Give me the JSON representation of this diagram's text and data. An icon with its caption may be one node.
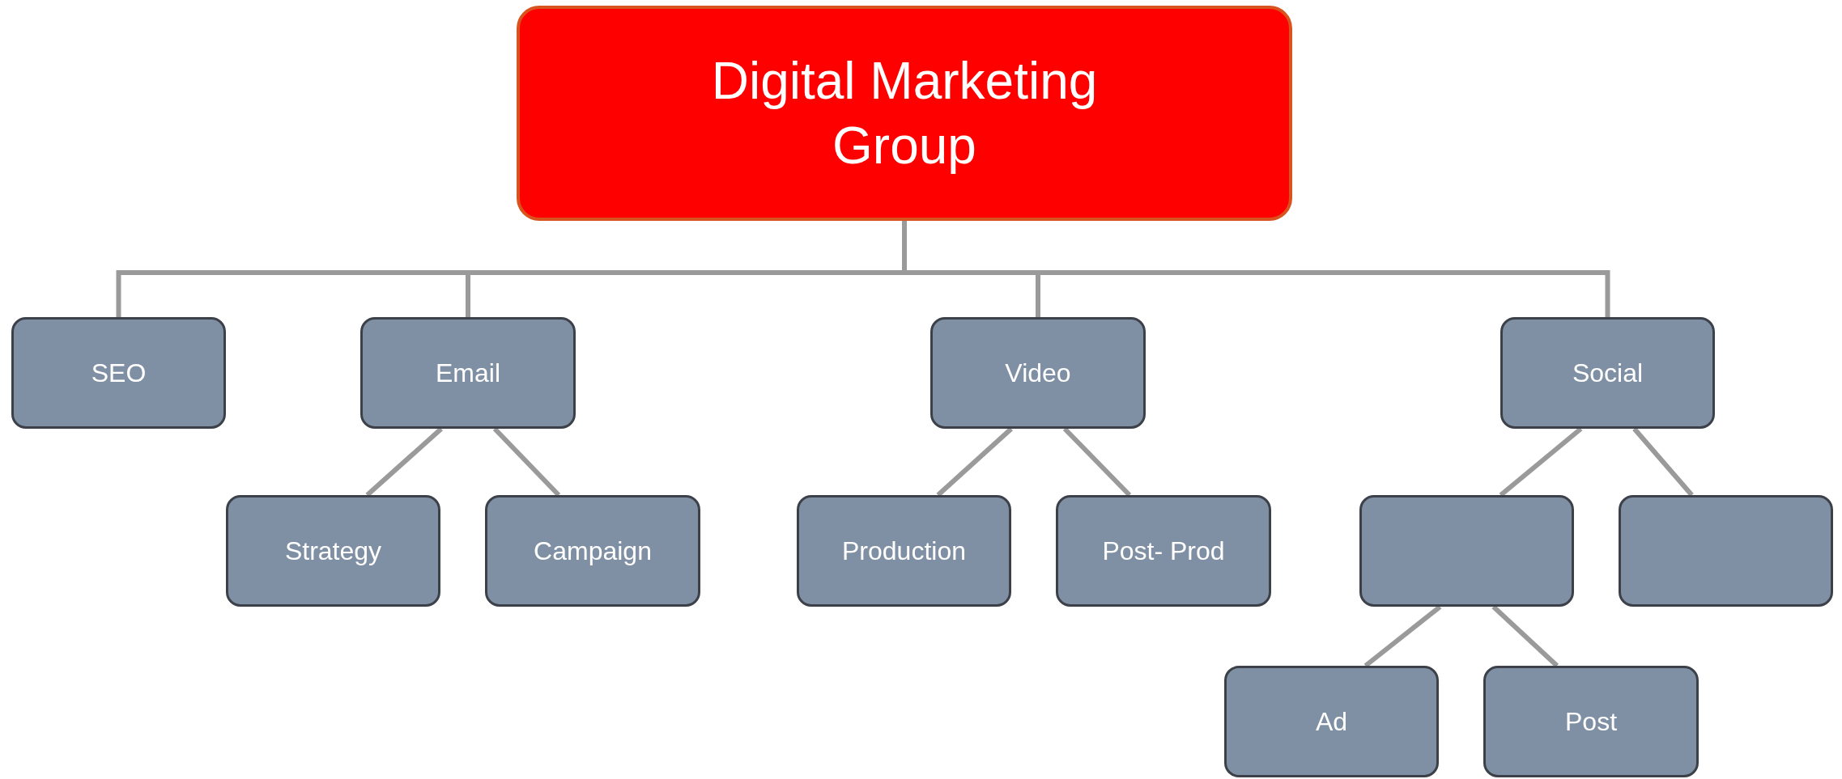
{
  "diagram": {
    "nodes": [
      {
        "text": [
          "Digital Marketing Group"
        ]
      },
      {
        "text": [
          "SEO"
        ]
      },
      {
        "text": [
          "Email"
        ]
      },
      {
        "text": [
          "Strategy"
        ]
      },
      {
        "text": [
          "Campaign"
        ]
      },
      {
        "text": [
          "Video"
        ]
      },
      {
        "text": [
          "Production"
        ]
      },
      {
        "text": [
          "Post- Prod"
        ]
      },
      {
        "text": [
          "Social"
        ]
      },
      {
        "text": [],
        "shape": "box"
      },
      {
        "text": [],
        "shape": "box"
      },
      {
        "text": [
          "Ad"
        ]
      },
      {
        "text": [
          "Post"
        ]
      }
    ],
    "edges": [
      {
        "from": 0,
        "to": 1,
        "arrow": "none"
      },
      {
        "from": 0,
        "to": 2,
        "arrow": "none"
      },
      {
        "from": 0,
        "to": 5,
        "arrow": "none"
      },
      {
        "from": 0,
        "to": 8,
        "arrow": "none"
      },
      {
        "from": 2,
        "to": 3,
        "arrow": "none"
      },
      {
        "from": 2,
        "to": 4,
        "arrow": "none"
      },
      {
        "from": 5,
        "to": 6,
        "arrow": "none"
      },
      {
        "from": 5,
        "to": 7,
        "arrow": "none"
      },
      {
        "from": 8,
        "to": 9,
        "arrow": "none"
      },
      {
        "from": 8,
        "to": 10,
        "arrow": "none"
      },
      {
        "from": 9,
        "to": 11,
        "arrow": "none"
      },
      {
        "from": 9,
        "to": 12,
        "arrow": "none"
      }
    ]
  }
}
